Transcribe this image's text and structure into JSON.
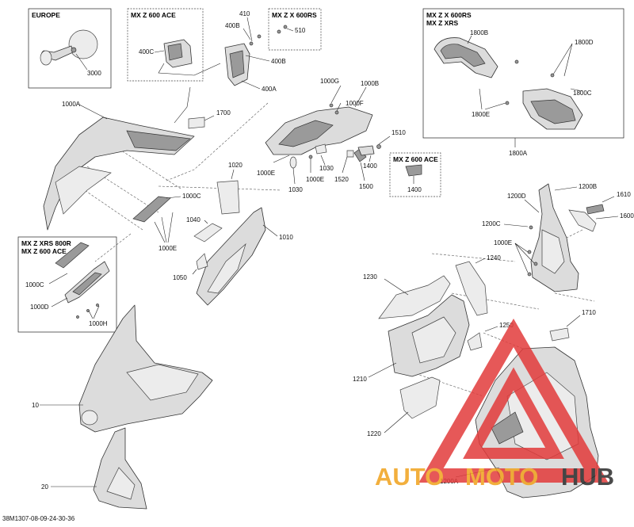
{
  "diagram": {
    "doc_id": "38M1307-08-09-24-30-36",
    "boxes": {
      "europe": "EUROPE",
      "mx600ace_top": "MX Z 600 ACE",
      "mx600rs": "MX Z X 600RS",
      "mx600rs_xrs_line1": "MX Z X 600RS",
      "mx600rs_xrs_line2": "MX Z XRS",
      "mx600ace_mid": "MX Z 600 ACE",
      "xrs800r_line1": "MX Z XRS 800R",
      "xrs800r_line2": "MX Z 600 ACE"
    },
    "parts": {
      "p3000": "3000",
      "p400c": "400C",
      "p410": "410",
      "p400b_a": "400B",
      "p510": "510",
      "p400b_b": "400B",
      "p400a": "400A",
      "p1800b": "1800B",
      "p1800d": "1800D",
      "p1800c": "1800C",
      "p1800e": "1800E",
      "p1800a": "1800A",
      "p1000a": "1000A",
      "p1700": "1700",
      "p1000g": "1000G",
      "p1000b_top": "1000B",
      "p1000f": "1000F",
      "p1510": "1510",
      "p1000e_a": "1000E",
      "p1030_a": "1030",
      "p1030_b": "1030",
      "p1000e_b": "1000E",
      "p1520": "1520",
      "p1500": "1500",
      "p1400_a": "1400",
      "p1400_b": "1400",
      "p1020": "1020",
      "p1000c_a": "1000C",
      "p1040": "1040",
      "p1010": "1010",
      "p1000e_c": "1000E",
      "p1050": "1050",
      "p1000c_b": "1000C",
      "p1000d": "1000D",
      "p1000h": "1000H",
      "p1200b": "1200B",
      "p1610": "1610",
      "p1200d": "1200D",
      "p1200c": "1200C",
      "p1600": "1600",
      "p1000e_d": "1000E",
      "p1240": "1240",
      "p1230": "1230",
      "p1710": "1710",
      "p1250": "1250",
      "p1210": "1210",
      "p10": "10",
      "p1220": "1220",
      "p20": "20",
      "p1200a": "1200A"
    }
  },
  "watermark": {
    "word_auto": "AUTO",
    "word_moto": "MOTO",
    "word_hub": "HUB",
    "color_red": "#e23b3b",
    "color_orange": "#f0a21c",
    "color_gray": "#2b2b2b"
  }
}
